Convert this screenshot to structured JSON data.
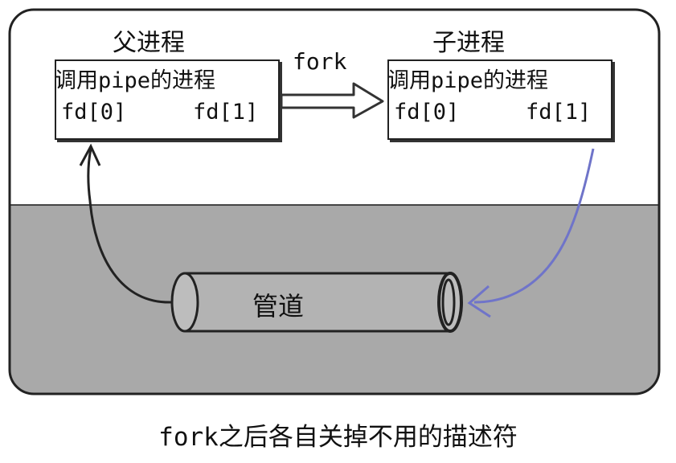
{
  "parent": {
    "title": "父进程",
    "label": "调用pipe的进程",
    "fd0": "fd[0]",
    "fd1": "fd[1]"
  },
  "child": {
    "title": "子进程",
    "label": "调用pipe的进程",
    "fd0": "fd[0]",
    "fd1": "fd[1]"
  },
  "fork_label": "fork",
  "pipe_label": "管道",
  "caption": "fork之后各自关掉不用的描述符",
  "colors": {
    "kernel_area": "#a9a9a9",
    "outline": "#222222",
    "child_arrow": "#6f74c9"
  }
}
